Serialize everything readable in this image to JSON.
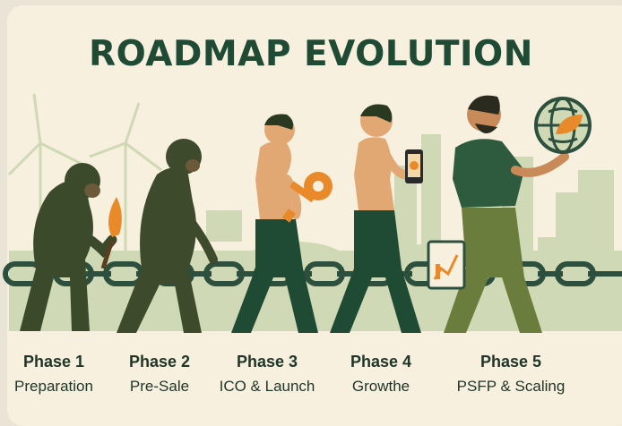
{
  "title": "ROADMAP EVOLUTION",
  "colors": {
    "background": "#f7f0de",
    "title": "#1f4a34",
    "chain": "#2c4f3e",
    "skin": "#e2a873",
    "accent_orange": "#e98a2a",
    "dark_green": "#2e5a3d",
    "olive": "#6b7d3d"
  },
  "phases": [
    {
      "phase": "Phase 1",
      "name": "Preparation",
      "figure": "ape-with-torch-icon"
    },
    {
      "phase": "Phase 2",
      "name": "Pre-Sale",
      "figure": "early-hominid-icon"
    },
    {
      "phase": "Phase 3",
      "name": "ICO & Launch",
      "figure": "human-with-key-icon"
    },
    {
      "phase": "Phase 4",
      "name": "Growthe",
      "figure": "human-with-phone-icon"
    },
    {
      "phase": "Phase 5",
      "name": "PSFP & Scaling",
      "figure": "man-with-globe-icon"
    }
  ]
}
